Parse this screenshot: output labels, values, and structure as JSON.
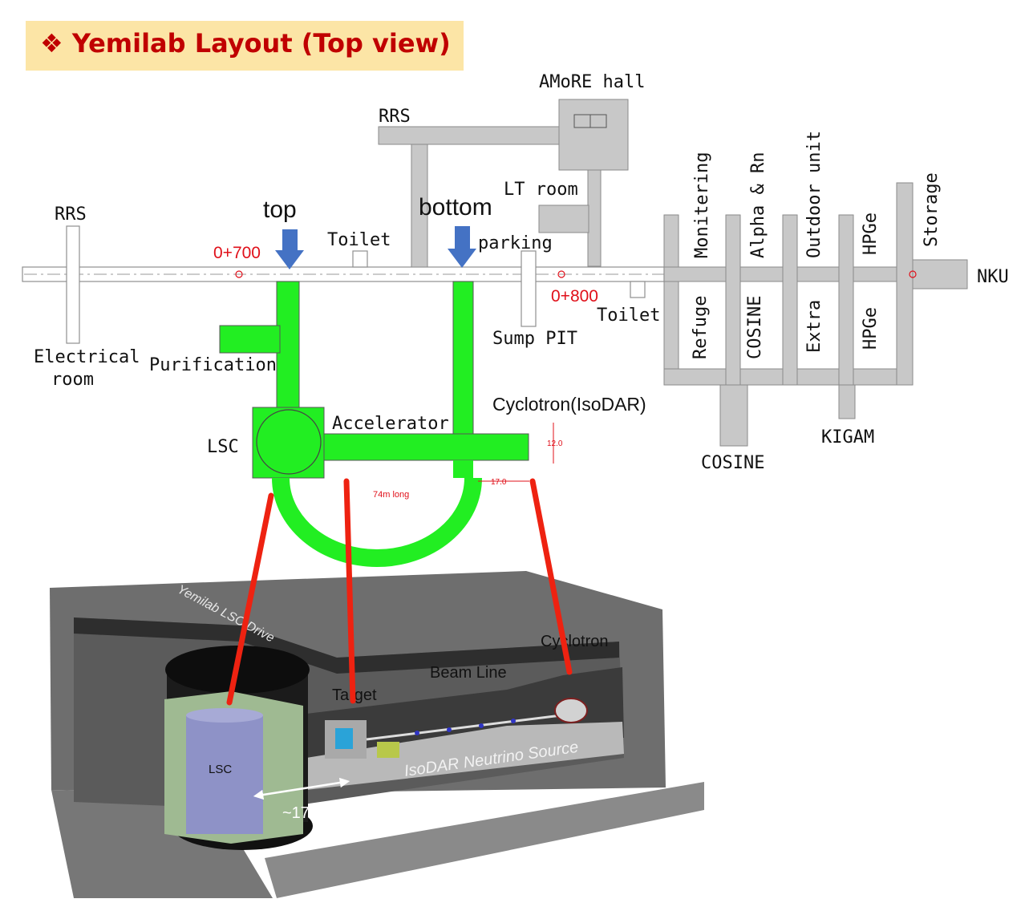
{
  "title": "❖ Yemilab Layout (Top view)",
  "colors": {
    "title_text": "#c00000",
    "title_bg": "#fce5a6",
    "tunnel_gray": "#c8c8c8",
    "new_area_green": "#22ee22",
    "callout_red": "#ee2211",
    "marker_blue": "#4472c4"
  },
  "plan": {
    "top_marker": "top",
    "bottom_marker": "bottom",
    "station_0700": "0+700",
    "station_0800": "0+800",
    "rrs_left": "RRS",
    "rrs_top": "RRS",
    "electrical_line1": "Electrical",
    "electrical_line2": "room",
    "toilet_1": "Toilet",
    "toilet_2": "Toilet",
    "amore_hall": "AMoRE hall",
    "lt_room": "LT room",
    "parking": "parking",
    "sump_pit": "Sump PIT",
    "purification": "Purification",
    "lsc": "LSC",
    "accelerator": "Accelerator",
    "cyclotron_isodar": "Cyclotron(IsoDAR)",
    "dim_height": "12.0",
    "dim_width": "17.0",
    "beam_length": "74m long",
    "monitoring": "Monitering",
    "alpha_rn": "Alpha & Rn",
    "outdoor_unit": "Outdoor unit",
    "hpge_top": "HPGe",
    "storage": "Storage",
    "nku": "NKU",
    "refuge": "Refuge",
    "cosine_room": "COSINE",
    "extra": "Extra",
    "hpge_bottom": "HPGe",
    "kigam": "KIGAM",
    "cosine_below": "COSINE"
  },
  "render": {
    "tunnel_label": "Yemilab LSC Drive",
    "cyclotron": "Cyclotron",
    "beam_line": "Beam Line",
    "target": "Target",
    "lsc": "LSC",
    "source": "IsoDAR Neutrino Source",
    "distance": "~17 m"
  }
}
